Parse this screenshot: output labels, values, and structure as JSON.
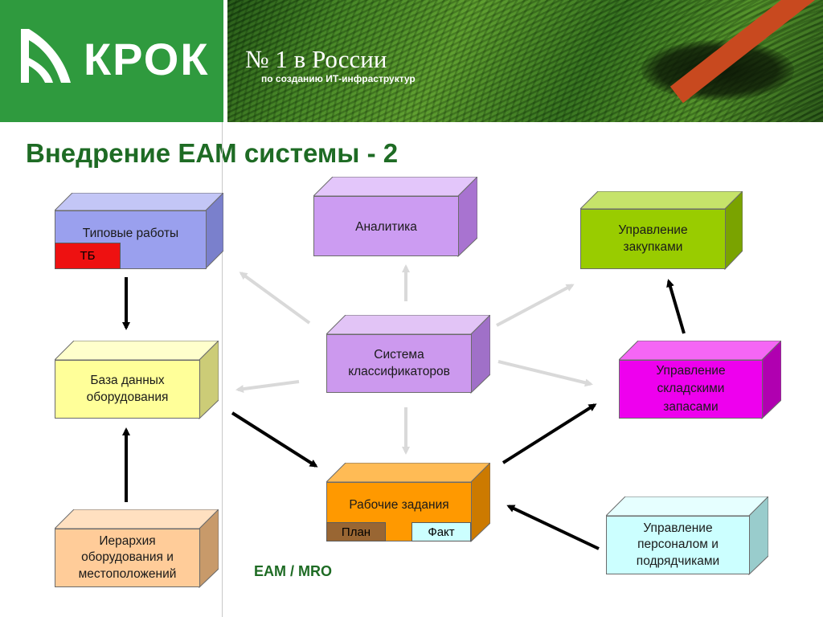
{
  "header": {
    "logo_text": "КРОК",
    "slogan_big": "№ 1 в России",
    "slogan_small": "по созданию ИТ-инфраструктур"
  },
  "title": "Внедрение EAM системы - 2",
  "subtitle": "EAM / MRO",
  "boxes": {
    "typical_works": {
      "label": "Типовые работы",
      "tag": "ТБ"
    },
    "analytics": {
      "label": "Аналитика"
    },
    "procurement": {
      "label": "Управление закупками"
    },
    "equipment_db": {
      "label": "База данных оборудования"
    },
    "classifiers": {
      "label": "Система классификаторов"
    },
    "inventory": {
      "label": "Управление складскими запасами"
    },
    "work_orders": {
      "label": "Рабочие задания",
      "plan": "План",
      "fact": "Факт"
    },
    "hierarchy": {
      "label": "Иерархия оборудования и местоположений"
    },
    "personnel": {
      "label": "Управление персоналом и подрядчиками"
    }
  },
  "colors": {
    "brand_green": "#2f9a3e",
    "title_green": "#1e6b24",
    "typical_works": "#9aa0ee",
    "analytics": "#cc9cf2",
    "procurement": "#99cc00",
    "equipment_db": "#ffff99",
    "classifiers": "#cc99ee",
    "inventory": "#ee00ee",
    "work_orders": "#ff9900",
    "hierarchy": "#ffcc99",
    "personnel": "#ccffff",
    "tag_red": "#ee1111",
    "plan_brown": "#996633"
  }
}
